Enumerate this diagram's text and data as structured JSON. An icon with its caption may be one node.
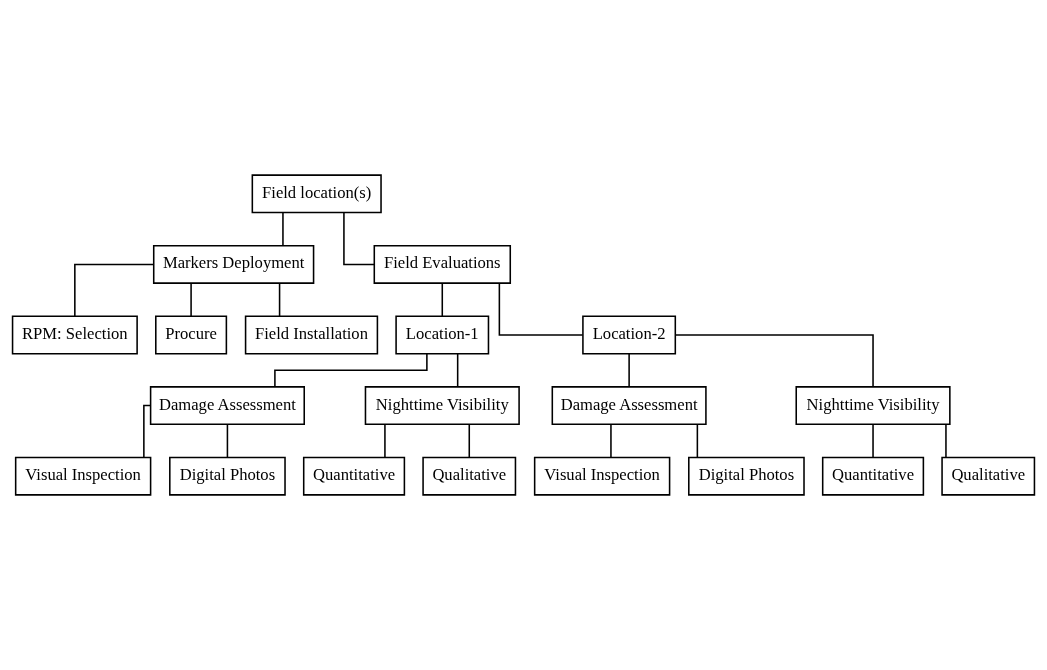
{
  "diagram": {
    "nodes": [
      {
        "text": [
          "Field location(s)"
        ]
      },
      {
        "text": [
          "Markers Deployment"
        ]
      },
      {
        "text": [
          "Field Evaluations"
        ]
      },
      {
        "text": [
          "RPM: Selection"
        ]
      },
      {
        "text": [
          "Procure"
        ]
      },
      {
        "text": [
          "Field Installation"
        ]
      },
      {
        "text": [
          "Location-1"
        ]
      },
      {
        "text": [
          "Location-2"
        ]
      },
      {
        "text": [
          "Damage Assessment"
        ]
      },
      {
        "text": [
          "Nighttime Visibility"
        ]
      },
      {
        "text": [
          "Visual Inspection"
        ]
      },
      {
        "text": [
          "Digital Photos"
        ]
      },
      {
        "text": [
          "Quantitative"
        ]
      },
      {
        "text": [
          "Qualitative"
        ]
      },
      {
        "text": [
          "Damage Assessment"
        ]
      },
      {
        "text": [
          "Nighttime Visibility"
        ]
      },
      {
        "text": [
          "Visual Inspection"
        ]
      },
      {
        "text": [
          "Digital Photos"
        ]
      },
      {
        "text": [
          "Quantitative"
        ]
      },
      {
        "text": [
          "Qualitative"
        ]
      }
    ],
    "edges": [
      {
        "from": 0,
        "to": 1,
        "arrow": "none"
      },
      {
        "from": 0,
        "to": 2,
        "arrow": "none"
      },
      {
        "from": 1,
        "to": 3,
        "arrow": "none"
      },
      {
        "from": 1,
        "to": 4,
        "arrow": "none"
      },
      {
        "from": 1,
        "to": 5,
        "arrow": "none"
      },
      {
        "from": 2,
        "to": 6,
        "arrow": "none"
      },
      {
        "from": 2,
        "to": 7,
        "arrow": "none"
      },
      {
        "from": 6,
        "to": 8,
        "arrow": "none"
      },
      {
        "from": 6,
        "to": 9,
        "arrow": "none"
      },
      {
        "from": 8,
        "to": 10,
        "arrow": "none"
      },
      {
        "from": 8,
        "to": 11,
        "arrow": "none"
      },
      {
        "from": 9,
        "to": 12,
        "arrow": "none"
      },
      {
        "from": 9,
        "to": 13,
        "arrow": "none"
      },
      {
        "from": 7,
        "to": 14,
        "arrow": "none"
      },
      {
        "from": 7,
        "to": 15,
        "arrow": "none"
      },
      {
        "from": 14,
        "to": 16,
        "arrow": "none"
      },
      {
        "from": 14,
        "to": 17,
        "arrow": "none"
      },
      {
        "from": 15,
        "to": 18,
        "arrow": "none"
      },
      {
        "from": 15,
        "to": 19,
        "arrow": "none"
      }
    ]
  }
}
